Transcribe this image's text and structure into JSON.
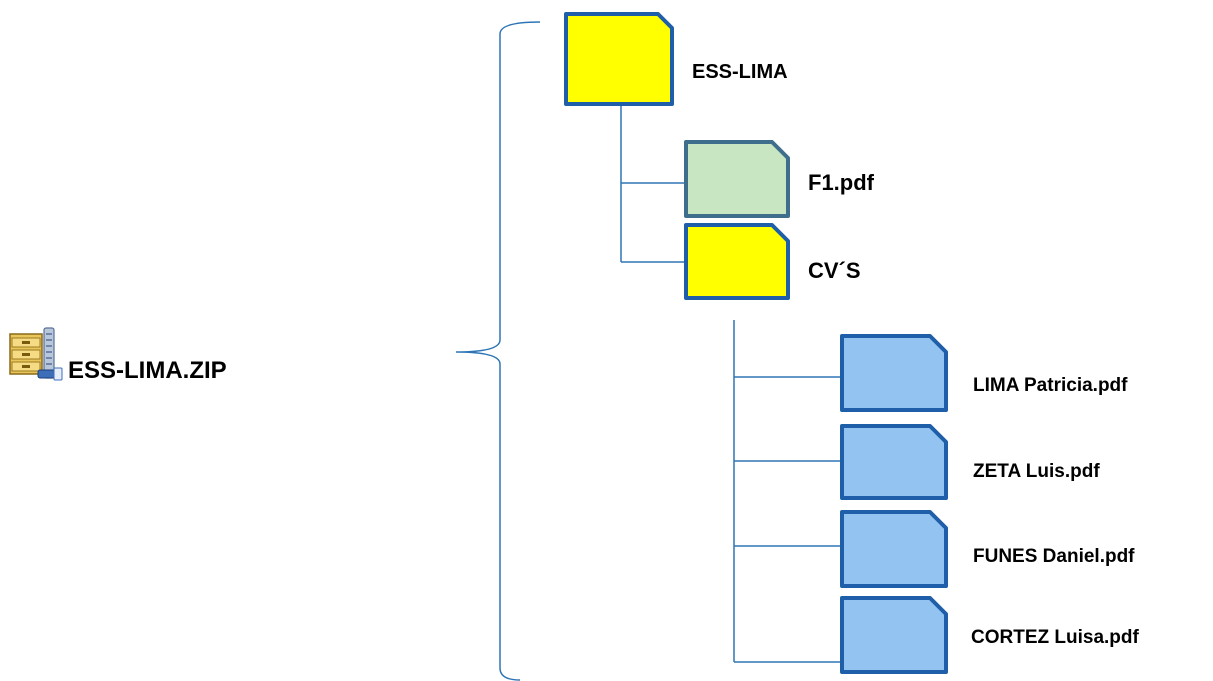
{
  "colors": {
    "line": "#2e75b6",
    "icon_border": "#1f5ea8",
    "folder_yellow": "#ffff00",
    "file_green": "#c9e6c3",
    "file_blue": "#93c3f0"
  },
  "archive": {
    "label": "ESS-LIMA.ZIP",
    "icon": "winzip-archive-icon"
  },
  "tree": {
    "root": {
      "label": "ESS-LIMA",
      "icon": "folder-icon"
    },
    "f1": {
      "label": "F1.pdf",
      "icon": "pdf-file-icon"
    },
    "cvs": {
      "label": "CV´S",
      "icon": "folder-icon"
    },
    "files": [
      {
        "label": "LIMA Patricia.pdf",
        "icon": "pdf-file-icon"
      },
      {
        "label": "ZETA Luis.pdf",
        "icon": "pdf-file-icon"
      },
      {
        "label": "FUNES Daniel.pdf",
        "icon": "pdf-file-icon"
      },
      {
        "label": "CORTEZ Luisa.pdf",
        "icon": "pdf-file-icon"
      }
    ]
  }
}
